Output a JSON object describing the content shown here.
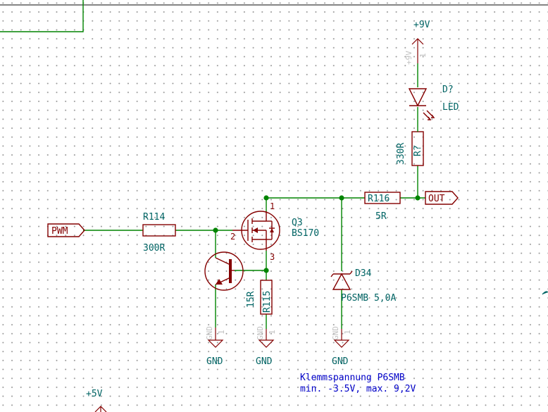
{
  "power": {
    "p9v": "+9V",
    "p5v": "+5V",
    "gnd1": "GND",
    "gnd2": "GND",
    "gnd3": "GND",
    "hidden_9v": "+9V",
    "hidden_gnd1": "GND",
    "hidden_gnd2": "GND",
    "hidden_gnd3": "GND"
  },
  "labels": {
    "pwm": "PWM",
    "out": "OUT"
  },
  "components": {
    "r114": {
      "ref": "R114",
      "value": "300R"
    },
    "r115": {
      "ref": "R115",
      "value": "15R"
    },
    "r116": {
      "ref": "R116",
      "value": "5R"
    },
    "r_led": {
      "ref": "R?",
      "value": "330R"
    },
    "q3": {
      "ref": "Q3",
      "value": "BS170",
      "pin_drain": "1",
      "pin_gate": "2",
      "pin_source": "3"
    },
    "d34": {
      "ref": "D34",
      "value": "P6SMB 5,0A"
    },
    "d_led": {
      "ref": "D?",
      "value": "LED"
    }
  },
  "note": {
    "line1": "Klemmspannung P6SMB",
    "line2": "min. -3.5V, max. 9,2V"
  },
  "pin_numbers": {
    "gnd_pin1": "1",
    "gnd_pin2": "1",
    "gnd_pin3": "1",
    "p9v_pin": "1"
  }
}
